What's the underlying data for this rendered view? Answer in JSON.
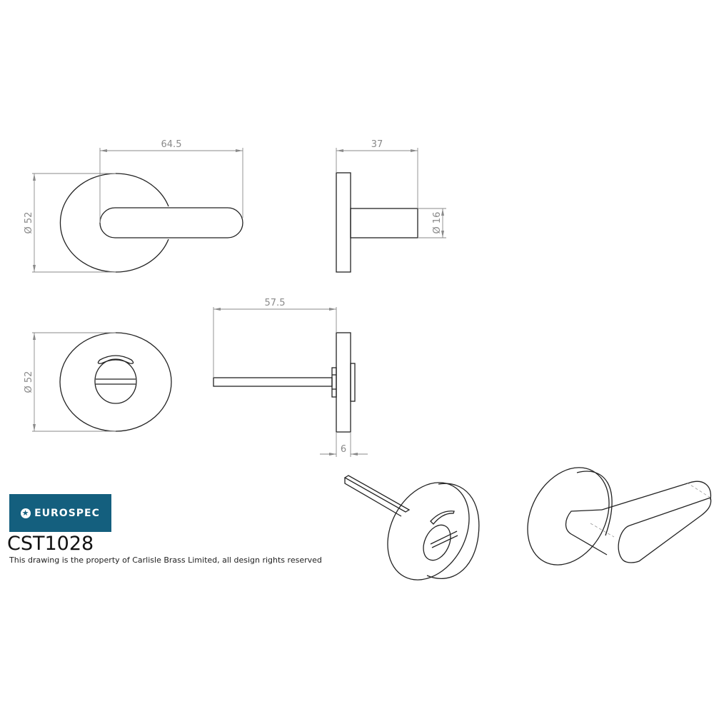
{
  "dimensions": {
    "lever_length": "64.5",
    "rose_diameter_top": "Ø 52",
    "projection_depth": "37",
    "lever_diameter": "Ø 16",
    "spindle_length": "57.5",
    "rose_diameter_bottom": "Ø 52",
    "rose_thickness": "6"
  },
  "branding": {
    "logo_text": "EUROSPEC",
    "logo_color": "#145f7e",
    "product_code": "CST1028",
    "copyright_note": "This drawing is the property of Carlisle Brass Limited, all design rights reserved"
  }
}
